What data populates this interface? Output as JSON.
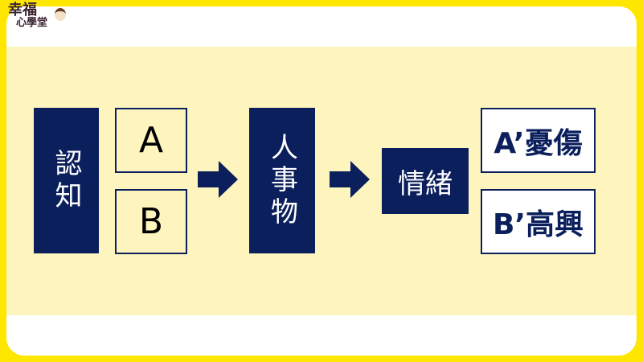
{
  "logo": {
    "line1": "幸福",
    "line2": "心學堂"
  },
  "diagram": {
    "cognition": "認知",
    "belief_a": "A",
    "belief_b": "B",
    "event": "人事物",
    "emotion": "情緒",
    "result_a": "A’憂傷",
    "result_b": "B’高興"
  },
  "colors": {
    "border": "#FFE600",
    "band": "#FDF5BD",
    "navy": "#0B1F5C"
  }
}
